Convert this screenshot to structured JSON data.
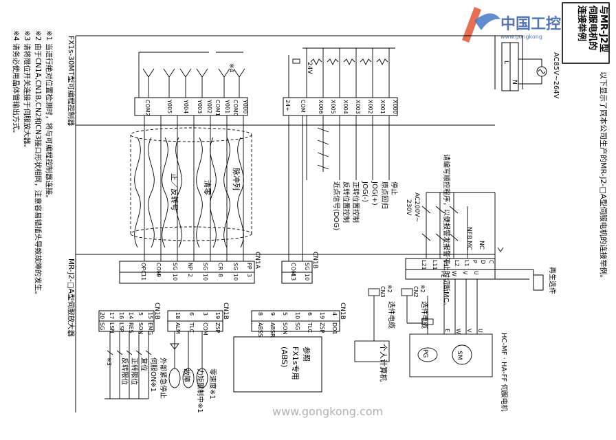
{
  "title_box": {
    "line1": "与MR-J2型",
    "line2": "伺服电机的",
    "line3": "连接举例"
  },
  "watermark": {
    "brand": "中国工控",
    "domain": "www.gongkong",
    "footer": "www.gongkong.com"
  },
  "intro": "以下显示了同本公司生产的MR-J2-□A型伺服电机的连接举例。",
  "plc_title": "FX1s-30MT型可编程控制器",
  "servo_amp_title": "MR-J2-□A型伺服放大器",
  "servo_motor_title": "HC-MF · HA-FF 伺服电机",
  "power_label": "AC85V~264V",
  "ac_label_1": "AC200V~",
  "ac_label_2": "230V",
  "power_LN": [
    "L",
    "N"
  ],
  "dc24": "24V",
  "plc_outputs": [
    "Y000",
    "COM0",
    "Y001",
    "COM1",
    "Y002",
    "Y003",
    "Y004",
    "Y005",
    "COM2"
  ],
  "plc_inputs": [
    "X000",
    "X001",
    "X002",
    "X003",
    "X004",
    "X005",
    "X006",
    "COM",
    "24+"
  ],
  "input_labels": [
    "停止",
    "原点回归",
    "JOG(+)",
    "JOG(-)",
    "正转位置控制",
    "反转位置控制",
    "近点信号(DOG)"
  ],
  "cable_labels": {
    "pulse": "脉冲列",
    "clear": "清零",
    "dir": "正／反转号"
  },
  "notes": {
    "n1": "※1  当进行绝对位置检测时，将与可编程控制器连接。",
    "n2": "※2  由于CN1A,CN1B,CN2和CN3接口形状相同，注意容易错插头导致故障的发生。",
    "n3": "※3  请将限位开关连接于伺服放大器。",
    "n4": "※4  请务必使用晶体管输出方式。"
  },
  "note_marks": {
    "star4": "※4",
    "star2a": "※2",
    "star2b": "※2",
    "star3": "※3"
  },
  "mc_note": "请编写顺控程序，以便报警发报警停止时切断MC。",
  "nfb": "NFB",
  "mc": "MC",
  "regen": "再生选件",
  "cn1a": {
    "label": "CN1A",
    "pins": [
      {
        "name": "PP",
        "num": "3"
      },
      {
        "name": "SG",
        "num": "10"
      },
      {
        "name": "CR",
        "num": "8"
      },
      {
        "name": "SG",
        "num": "10"
      },
      {
        "name": "NP",
        "num": "2"
      },
      {
        "name": "SG",
        "num": "10"
      },
      {
        "name": "COM",
        "num": "9"
      },
      {
        "name": "OPC",
        "num": "11"
      }
    ]
  },
  "cn1b_top": {
    "label": "CN1B",
    "pins": [
      {
        "name": "SG",
        "num": "10"
      },
      {
        "name": "COM",
        "num": "13"
      }
    ]
  },
  "cn1b_mid": {
    "label": "CN1B",
    "pins": [
      {
        "name": "DO1",
        "num": "4"
      },
      {
        "name": "ZSP",
        "num": "19"
      },
      {
        "name": "TLC",
        "num": "6"
      },
      {
        "name": "SG",
        "num": "10"
      },
      {
        "name": "SON",
        "num": "5"
      },
      {
        "name": "ABSR",
        "num": "9"
      },
      {
        "name": "ABSS",
        "num": "8"
      }
    ]
  },
  "cn1b_low": {
    "label": "CN1B",
    "pins": [
      {
        "name": "ZSP",
        "num": "19"
      },
      {
        "name": "COM",
        "num": "3"
      },
      {
        "name": "TLC",
        "num": "6"
      },
      {
        "name": "ALM",
        "num": "18"
      }
    ]
  },
  "cn1b_left": {
    "label": "CN1B",
    "pins": [
      {
        "name": "EMG",
        "num": "15"
      },
      {
        "name": "SON",
        "num": "5"
      },
      {
        "name": "RES",
        "num": "14"
      },
      {
        "name": "LSP",
        "num": "16"
      },
      {
        "name": "LSN",
        "num": "17"
      },
      {
        "name": "SG",
        "num": "20"
      }
    ]
  },
  "fx_abs": {
    "line1": "参照",
    "line2": "FX1s专用",
    "line3": "(ABS)"
  },
  "power_terminals": [
    "L1",
    "L2",
    "L3",
    "L11",
    "L21"
  ],
  "regen_terminals": [
    "C",
    "D",
    "P"
  ],
  "motor_terminals": [
    "U",
    "V",
    "W",
    "PE"
  ],
  "motor_side": [
    "U",
    "V",
    "W",
    "E"
  ],
  "cn2": "CN2",
  "cn3": "CN3",
  "encoder_cable": "选件电缆",
  "pc_cable": "选件电缆",
  "pc": "个人计算机",
  "sm": "SM",
  "pg": "PG",
  "nc": "NC",
  "outputs_labels": [
    "零速度※1",
    "力矩限制中※1",
    "故障"
  ],
  "input_left_labels": [
    "外部紧急停止",
    "伺服ON※1",
    "复位",
    "正转限位",
    "反转限位"
  ]
}
